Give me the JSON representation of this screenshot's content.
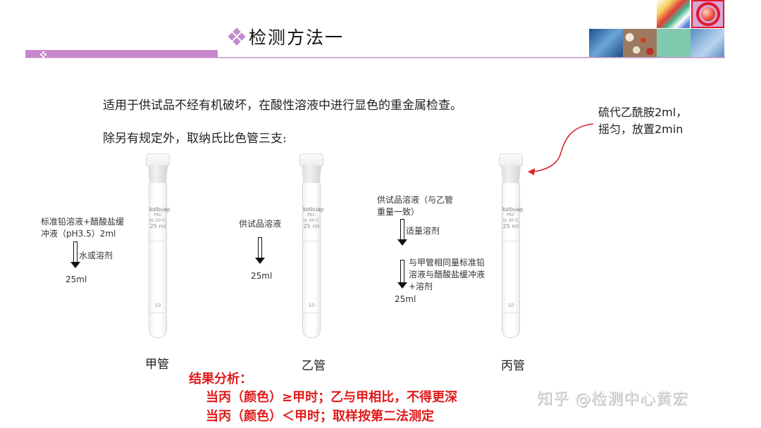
{
  "header": {
    "title": "检测方法一",
    "title_icon": "four-diamond-bullet-icon",
    "accent_color": "#c987cc",
    "images": [
      "pills-icon",
      "red-sphere-logo-icon",
      "lab-dna-image",
      "pills-image",
      "green-tile",
      "molecule-image"
    ]
  },
  "intro": {
    "line1": "适用于供试品不经有机破坏，在酸性溶液中进行显色的重金属检查。",
    "line2": "除另有规定外，取纳氏比色管三支:"
  },
  "annotation": {
    "line1": "硫代乙酰胺2ml，",
    "line2": "摇匀，放置2min",
    "arrow_color": "#d6262a"
  },
  "tubes": [
    {
      "name": "甲管",
      "steps": [
        {
          "text_line1": "标准铅溶液+醋酸盐缓",
          "text_line2": "冲液（pH3.5）2ml"
        },
        {
          "arrow_label": "水或溶剂"
        }
      ],
      "volume": "25ml",
      "brand": {
        "logo": "kolbuap",
        "mark": "PSC",
        "temp": "In 20°C",
        "capacity": "25 ml",
        "graduation": "10"
      }
    },
    {
      "name": "乙管",
      "steps": [
        {
          "text_line1": "供试品溶液"
        }
      ],
      "volume": "25ml",
      "brand": {
        "logo": "kolbuap",
        "mark": "PSC",
        "temp": "In 20°C",
        "capacity": "25 ml",
        "graduation": "10"
      }
    },
    {
      "name": "丙管",
      "steps": [
        {
          "text_line1": "供试品溶液（与乙管",
          "text_line2": "重量一致）"
        },
        {
          "arrow_label": "适量溶剂"
        },
        {
          "arrow_label_line1": "与甲管相同量标准铅",
          "arrow_label_line2": "溶液与醋酸盐缓冲液",
          "arrow_label_line3": "+溶剂"
        }
      ],
      "volume": "25ml",
      "brand": {
        "logo": "kolbuap",
        "mark": "PSC",
        "temp": "In 20°C",
        "capacity": "25 ml",
        "graduation": "10"
      }
    }
  ],
  "result": {
    "title": "结果分析：",
    "line1": "当丙（颜色）≥甲时；乙与甲相比，不得更深",
    "line2": "当丙（颜色）＜甲时；取样按第二法测定",
    "color": "#e11b1b"
  },
  "watermark": "知乎 @检测中心黄宏"
}
